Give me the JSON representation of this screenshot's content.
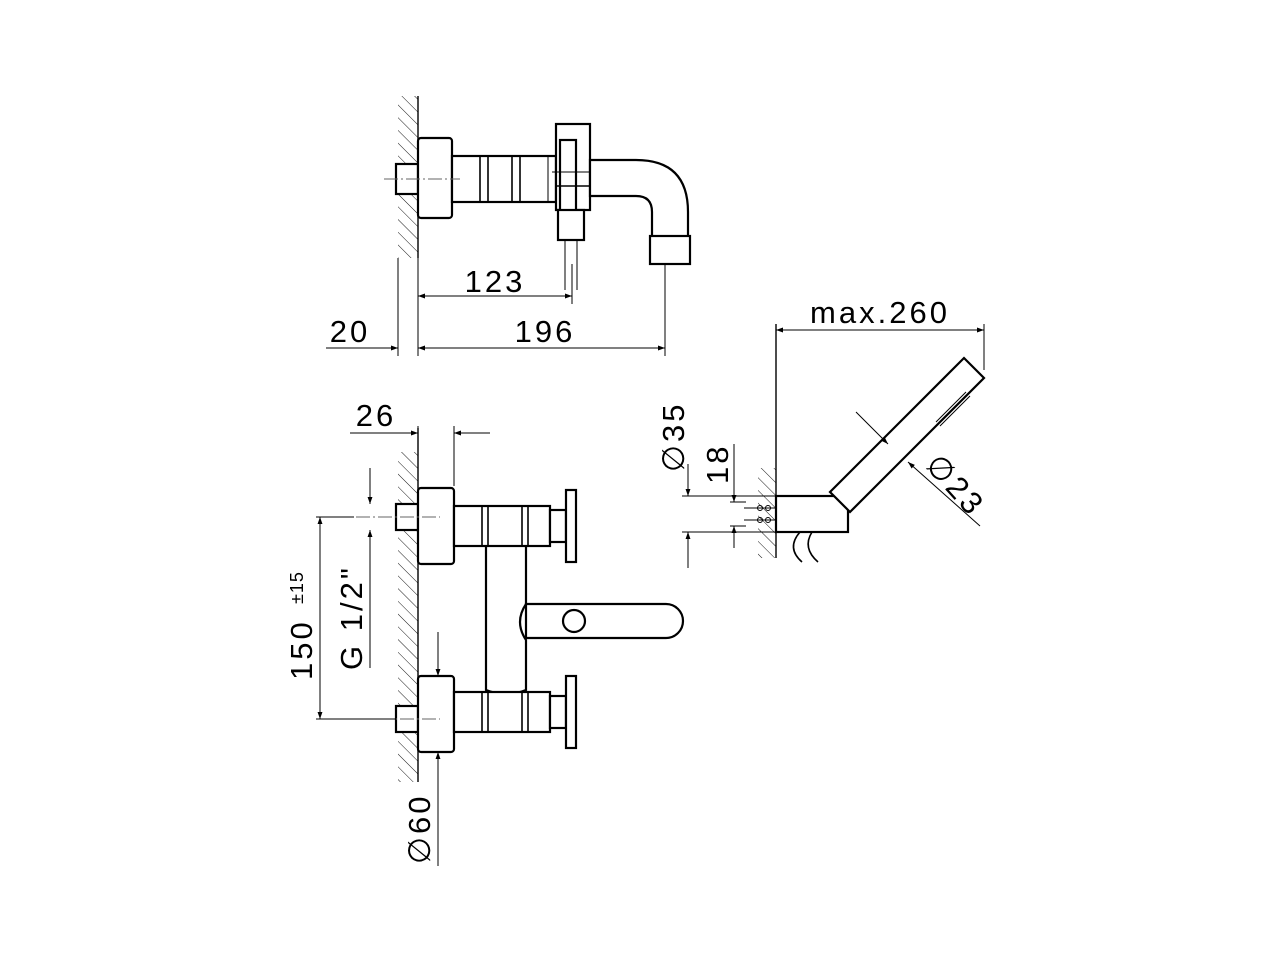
{
  "side_view": {
    "dim_wall_offset": "20",
    "dim_outlet": "123",
    "dim_projection": "196"
  },
  "front_view": {
    "dim_depth": "26",
    "dim_centres": "150",
    "dim_centres_tolerance": "±15",
    "dim_thread": "G 1/2\"",
    "dim_flange_diameter": "60"
  },
  "shower_view": {
    "dim_max_length": "max.260",
    "dim_holder_diameter": "35",
    "dim_holder_height": "18",
    "dim_handle_diameter": "23"
  },
  "symbols": {
    "diameter": "∅"
  },
  "colors": {
    "line": "#000000",
    "background": "#ffffff"
  }
}
